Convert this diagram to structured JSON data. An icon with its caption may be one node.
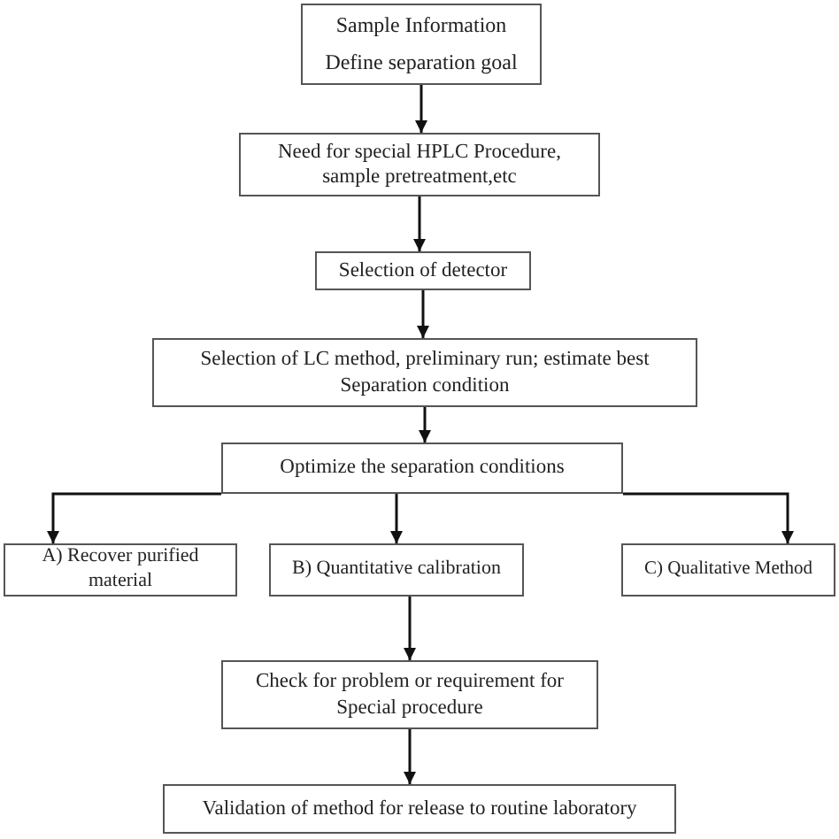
{
  "diagram": {
    "nodes": [
      {
        "text": [
          "Sample Information",
          "Define separation goal"
        ]
      },
      {
        "text": [
          "Need for special HPLC Procedure, sample pretreatment,etc"
        ]
      },
      {
        "text": [
          "Selection of detector"
        ]
      },
      {
        "text": [
          "Selection of LC method, preliminary run; estimate best Separation condition"
        ]
      },
      {
        "text": [
          "Optimize the separation conditions"
        ]
      },
      {
        "text": [
          "A) Recover purified material"
        ]
      },
      {
        "text": [
          "B) Quantitative calibration"
        ]
      },
      {
        "text": [
          "C) Qualitative Method"
        ]
      },
      {
        "text": [
          "Check for problem or requirement for Special procedure"
        ]
      },
      {
        "text": [
          "Validation of method for release to routine laboratory"
        ]
      }
    ],
    "edges": [
      {
        "from": 0,
        "to": 1,
        "arrow": "to"
      },
      {
        "from": 1,
        "to": 2,
        "arrow": "to"
      },
      {
        "from": 2,
        "to": 3,
        "arrow": "to"
      },
      {
        "from": 3,
        "to": 4,
        "arrow": "to"
      },
      {
        "from": 4,
        "to": 5,
        "arrow": "to"
      },
      {
        "from": 4,
        "to": 6,
        "arrow": "to"
      },
      {
        "from": 4,
        "to": 7,
        "arrow": "to"
      },
      {
        "from": 6,
        "to": 8,
        "arrow": "to"
      },
      {
        "from": 8,
        "to": 9,
        "arrow": "to"
      }
    ]
  }
}
